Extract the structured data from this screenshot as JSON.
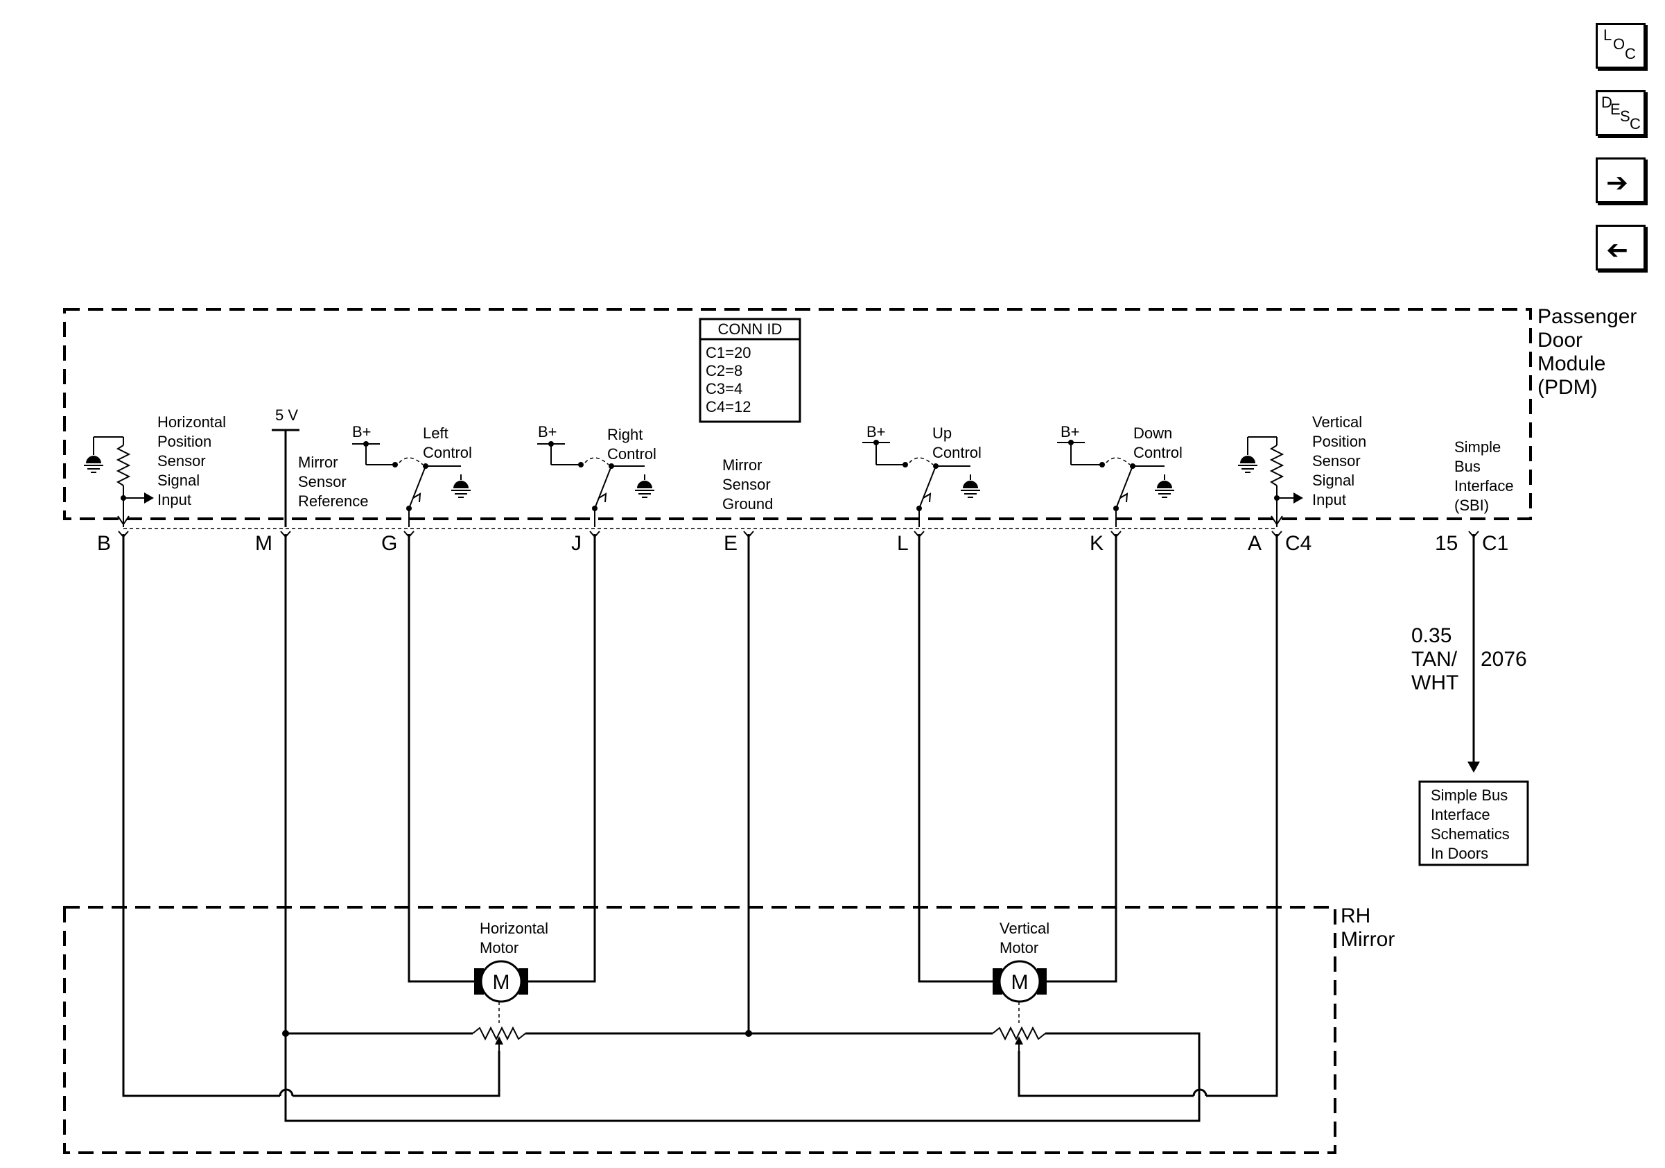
{
  "nav": {
    "loc": {
      "l1": "L",
      "l2": "O",
      "l3": "C"
    },
    "desc": {
      "l1": "D",
      "l2": "E",
      "l3": "S",
      "l4": "C"
    },
    "next_icon": "arrow-right-icon",
    "prev_icon": "arrow-left-icon"
  },
  "pdm": {
    "title": [
      "Passenger",
      "Door",
      "Module",
      "(PDM)"
    ],
    "conn_id": {
      "header": "CONN ID",
      "rows": [
        "C1=20",
        "C2=8",
        "C3=4",
        "C4=12"
      ]
    },
    "hps_label": [
      "Horizontal",
      "Position",
      "Sensor",
      "Signal",
      "Input"
    ],
    "v5": "5 V",
    "msr_label": [
      "Mirror",
      "Sensor",
      "Reference"
    ],
    "bplus": "B+",
    "left_control": [
      "Left",
      "Control"
    ],
    "right_control": [
      "Right",
      "Control"
    ],
    "msg_label": [
      "Mirror",
      "Sensor",
      "Ground"
    ],
    "up_control": [
      "Up",
      "Control"
    ],
    "down_control": [
      "Down",
      "Control"
    ],
    "vps_label": [
      "Vertical",
      "Position",
      "Sensor",
      "Signal",
      "Input"
    ],
    "sbi_label": [
      "Simple",
      "Bus",
      "Interface",
      "(SBI)"
    ]
  },
  "pins": {
    "B": "B",
    "M": "M",
    "G": "G",
    "J": "J",
    "E": "E",
    "L": "L",
    "K": "K",
    "A": "A",
    "c4": "C4",
    "p15": "15",
    "c1": "C1"
  },
  "wire": {
    "gauge": "0.35",
    "color1": "TAN/",
    "color2": "WHT",
    "circuit": "2076"
  },
  "sbi_ref": [
    "Simple Bus",
    "Interface",
    "Schematics",
    "In Doors"
  ],
  "mirror": {
    "title": [
      "RH",
      "Mirror"
    ],
    "hmotor": [
      "Horizontal",
      "Motor"
    ],
    "vmotor": [
      "Vertical",
      "Motor"
    ],
    "motor_letter": "M"
  }
}
